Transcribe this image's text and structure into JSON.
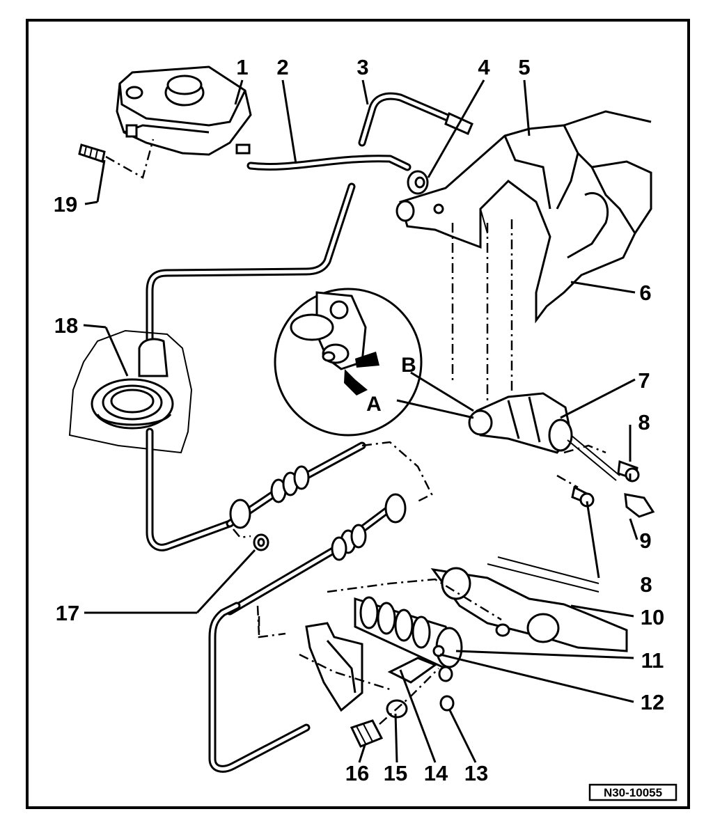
{
  "callouts": [
    "1",
    "2",
    "3",
    "4",
    "5",
    "6",
    "7",
    "8",
    "8",
    "9",
    "10",
    "11",
    "12",
    "13",
    "14",
    "15",
    "16",
    "17",
    "18",
    "19"
  ],
  "detail_labels": {
    "a": "A",
    "b": "B"
  },
  "figure_ref": "N30-10055"
}
